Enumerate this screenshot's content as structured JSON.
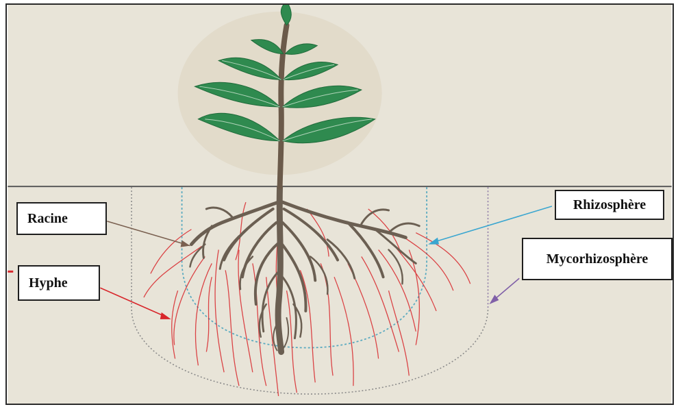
{
  "labels": {
    "racine": "Racine",
    "hyphe": "Hyphe",
    "rhizosphere": "Rhizosphère",
    "mycorhizosphere": "Mycorhizosphère"
  },
  "colors": {
    "background": "#e8e4d8",
    "ground_line": "#5a5a5a",
    "root": "#6b5f52",
    "stem": "#6b5a4a",
    "leaf": "#2f8a4f",
    "leaf_vein": "#d4e8d6",
    "hyphae": "#d8262b",
    "rhizosphere_outline": "#5aaac0",
    "mycorhizosphere_outline": "#8a8a8a",
    "arrow_racine": "#7a6050",
    "arrow_hyphe": "#d8262b",
    "arrow_rhizosphere": "#3aa6d0",
    "arrow_mycorhizosphere": "#8060a8"
  }
}
